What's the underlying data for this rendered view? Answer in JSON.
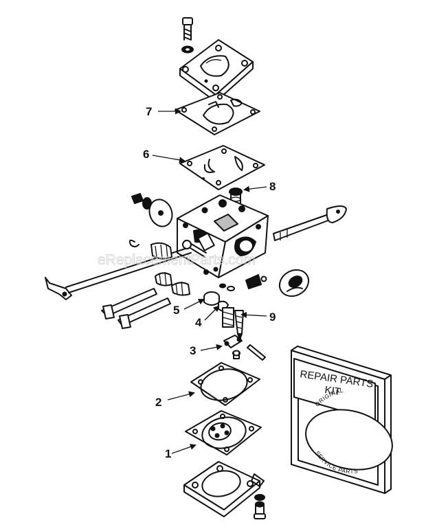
{
  "callouts": [
    {
      "num": "1"
    },
    {
      "num": "2"
    },
    {
      "num": "3"
    },
    {
      "num": "4"
    },
    {
      "num": "5"
    },
    {
      "num": "6"
    },
    {
      "num": "7"
    },
    {
      "num": "8"
    },
    {
      "num": "9"
    }
  ],
  "kit": {
    "line1": "REPAIR PARTS",
    "line2": "KIT",
    "seal_top": "ORIGINAL",
    "seal_bottom": "SERVICE PARTS"
  },
  "watermark": "eReplacementParts.com",
  "colors": {
    "ink": "#111111",
    "paper": "#ffffff",
    "watermark": "#cfcfcf"
  }
}
